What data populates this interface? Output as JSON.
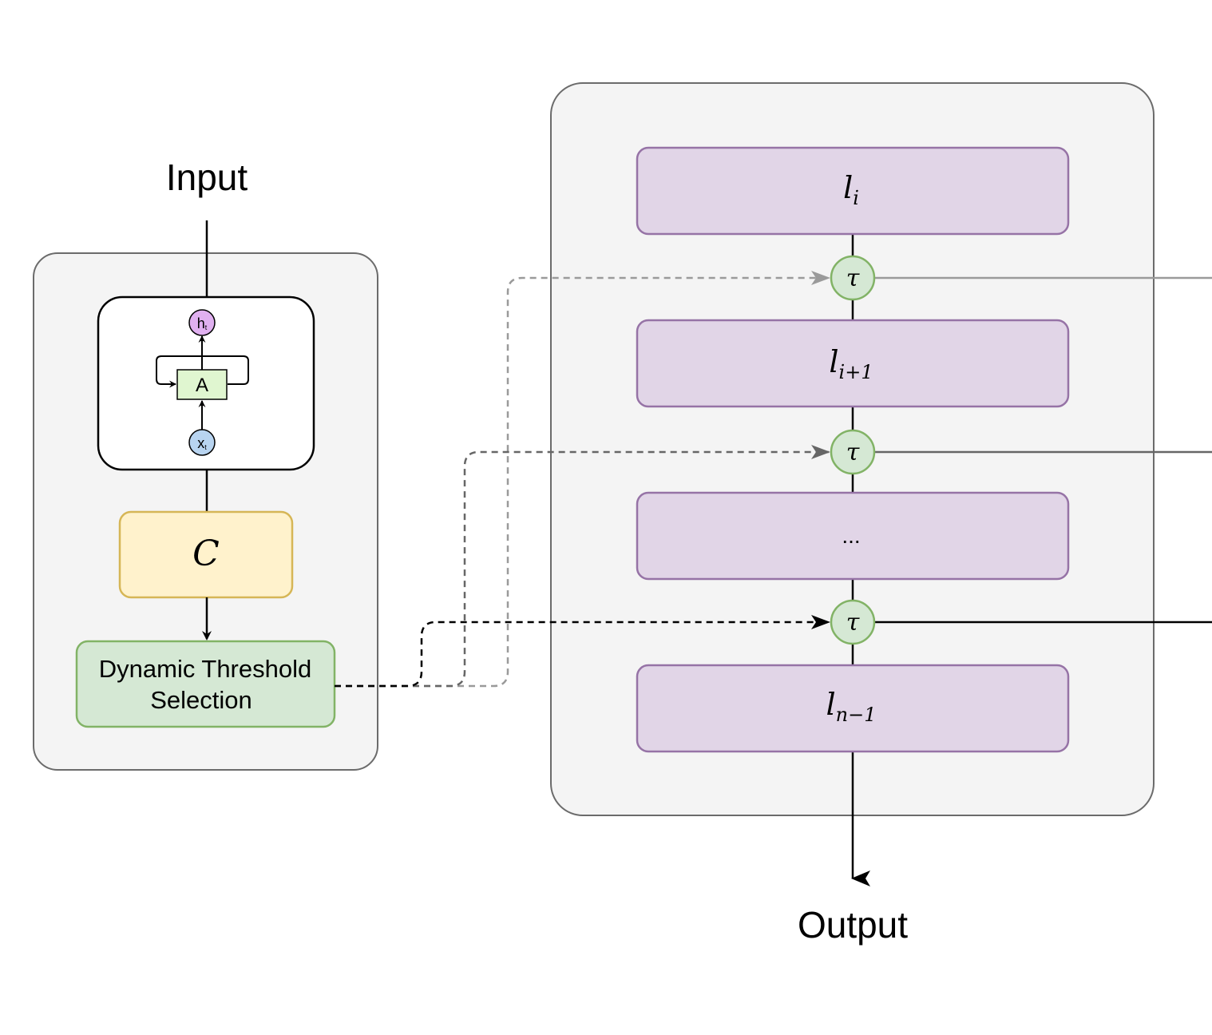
{
  "input_label": "Input",
  "output_label": "Output",
  "rnn_cell": {
    "hidden_node": {
      "main": "h",
      "sub": "t"
    },
    "cell_label": "A",
    "input_node": {
      "main": "x",
      "sub": "t"
    }
  },
  "classifier": {
    "label": "C"
  },
  "threshold_box": {
    "line1": "Dynamic Threshold",
    "line2": "Selection"
  },
  "layers": [
    {
      "base": "l",
      "sub": "i"
    },
    {
      "base": "l",
      "sub": "i+1"
    },
    {
      "text": "..."
    },
    {
      "base": "l",
      "sub": "n−1"
    }
  ],
  "threshold_gates": [
    {
      "label": "τ"
    },
    {
      "label": "τ"
    },
    {
      "label": "τ"
    }
  ],
  "colors": {
    "panel_fill": "#f4f4f4",
    "panel_stroke": "#6b6b6b",
    "layer_fill": "#e1d5e7",
    "layer_stroke": "#9673a6",
    "gate_fill": "#d5e8d4",
    "gate_stroke": "#82b366",
    "classifier_fill": "#fff2cc",
    "classifier_stroke": "#d6b656",
    "hidden_node_fill": "#e0b0f0",
    "input_node_fill": "#b8d4f0",
    "cell_fill": "#e0f6d0",
    "arrow_light": "#9a9a9a",
    "arrow_mid": "#666666",
    "arrow_dark": "#000000"
  }
}
